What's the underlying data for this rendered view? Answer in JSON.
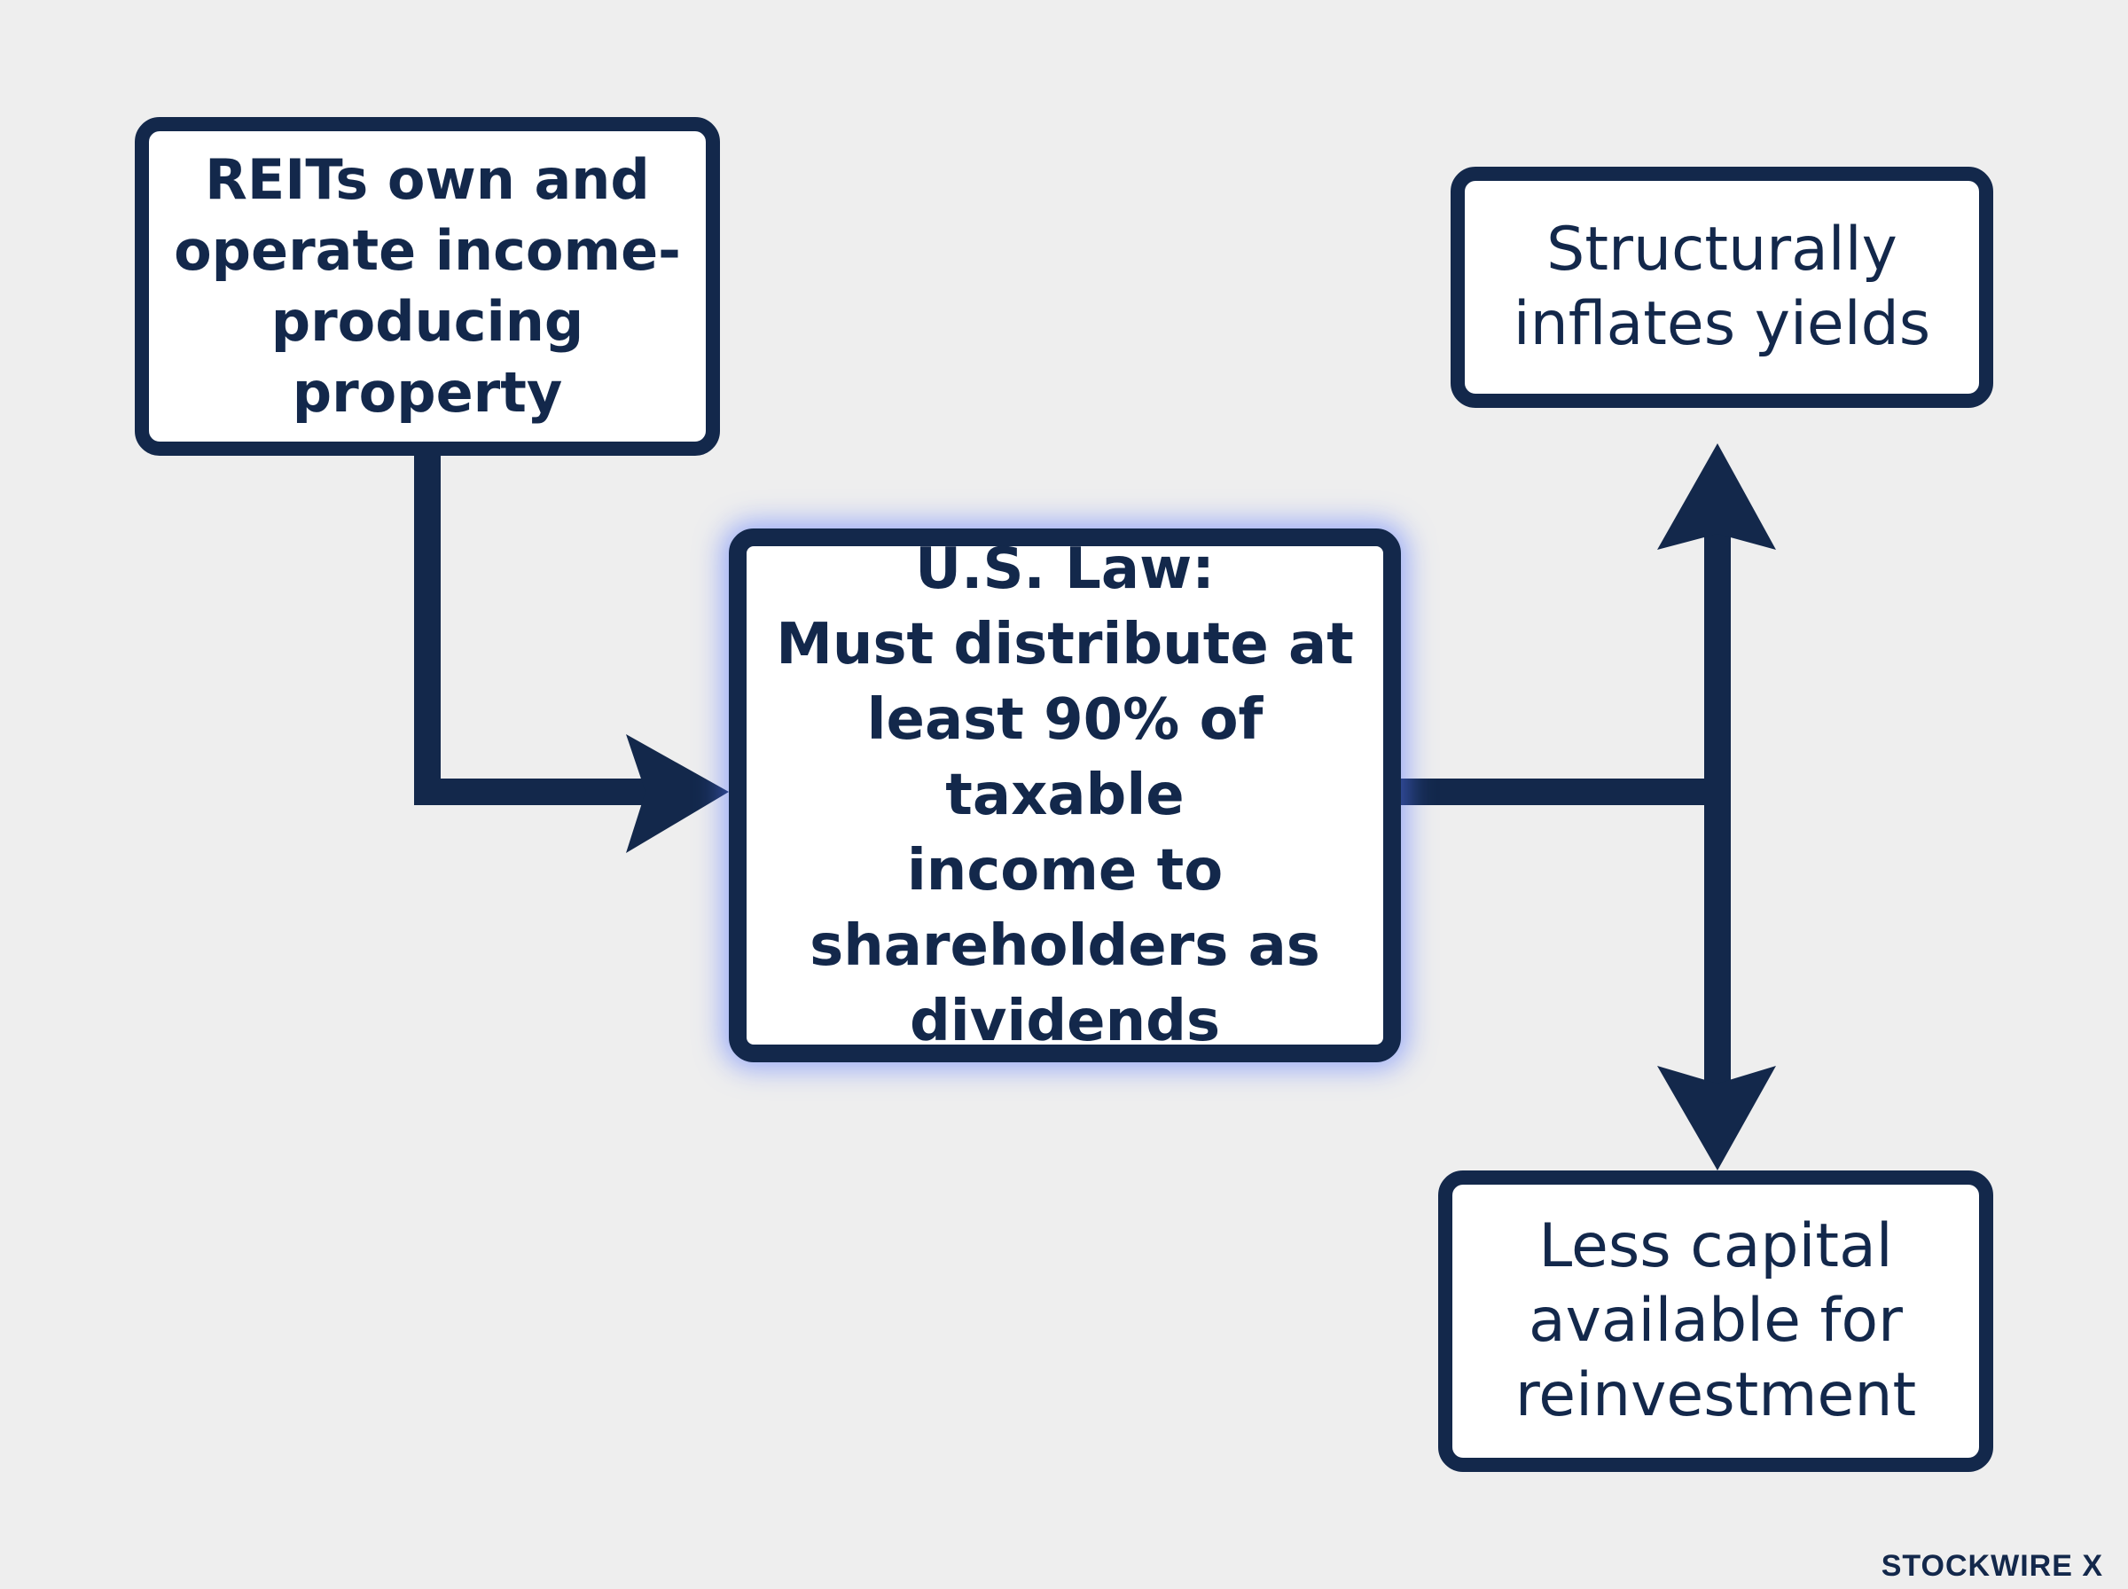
{
  "diagram": {
    "nodes": {
      "reits": "REITs own and\noperate income-\nproducing\nproperty",
      "law": "U.S. Law:\nMust distribute at\nleast 90% of taxable\nincome to\nshareholders as\ndividends",
      "yields": "Structurally\ninflates yields",
      "capital": "Less capital\navailable for\nreinvestment"
    },
    "edges": [
      {
        "from": "reits",
        "to": "law"
      },
      {
        "from": "law",
        "to": "yields"
      },
      {
        "from": "law",
        "to": "capital"
      }
    ],
    "colors": {
      "background": "#eeeeee",
      "box_fill": "#ffffff",
      "line": "#13284b",
      "highlight_glow": "#5a78ff"
    }
  },
  "branding": {
    "logo": "STOCKWIRE X"
  }
}
